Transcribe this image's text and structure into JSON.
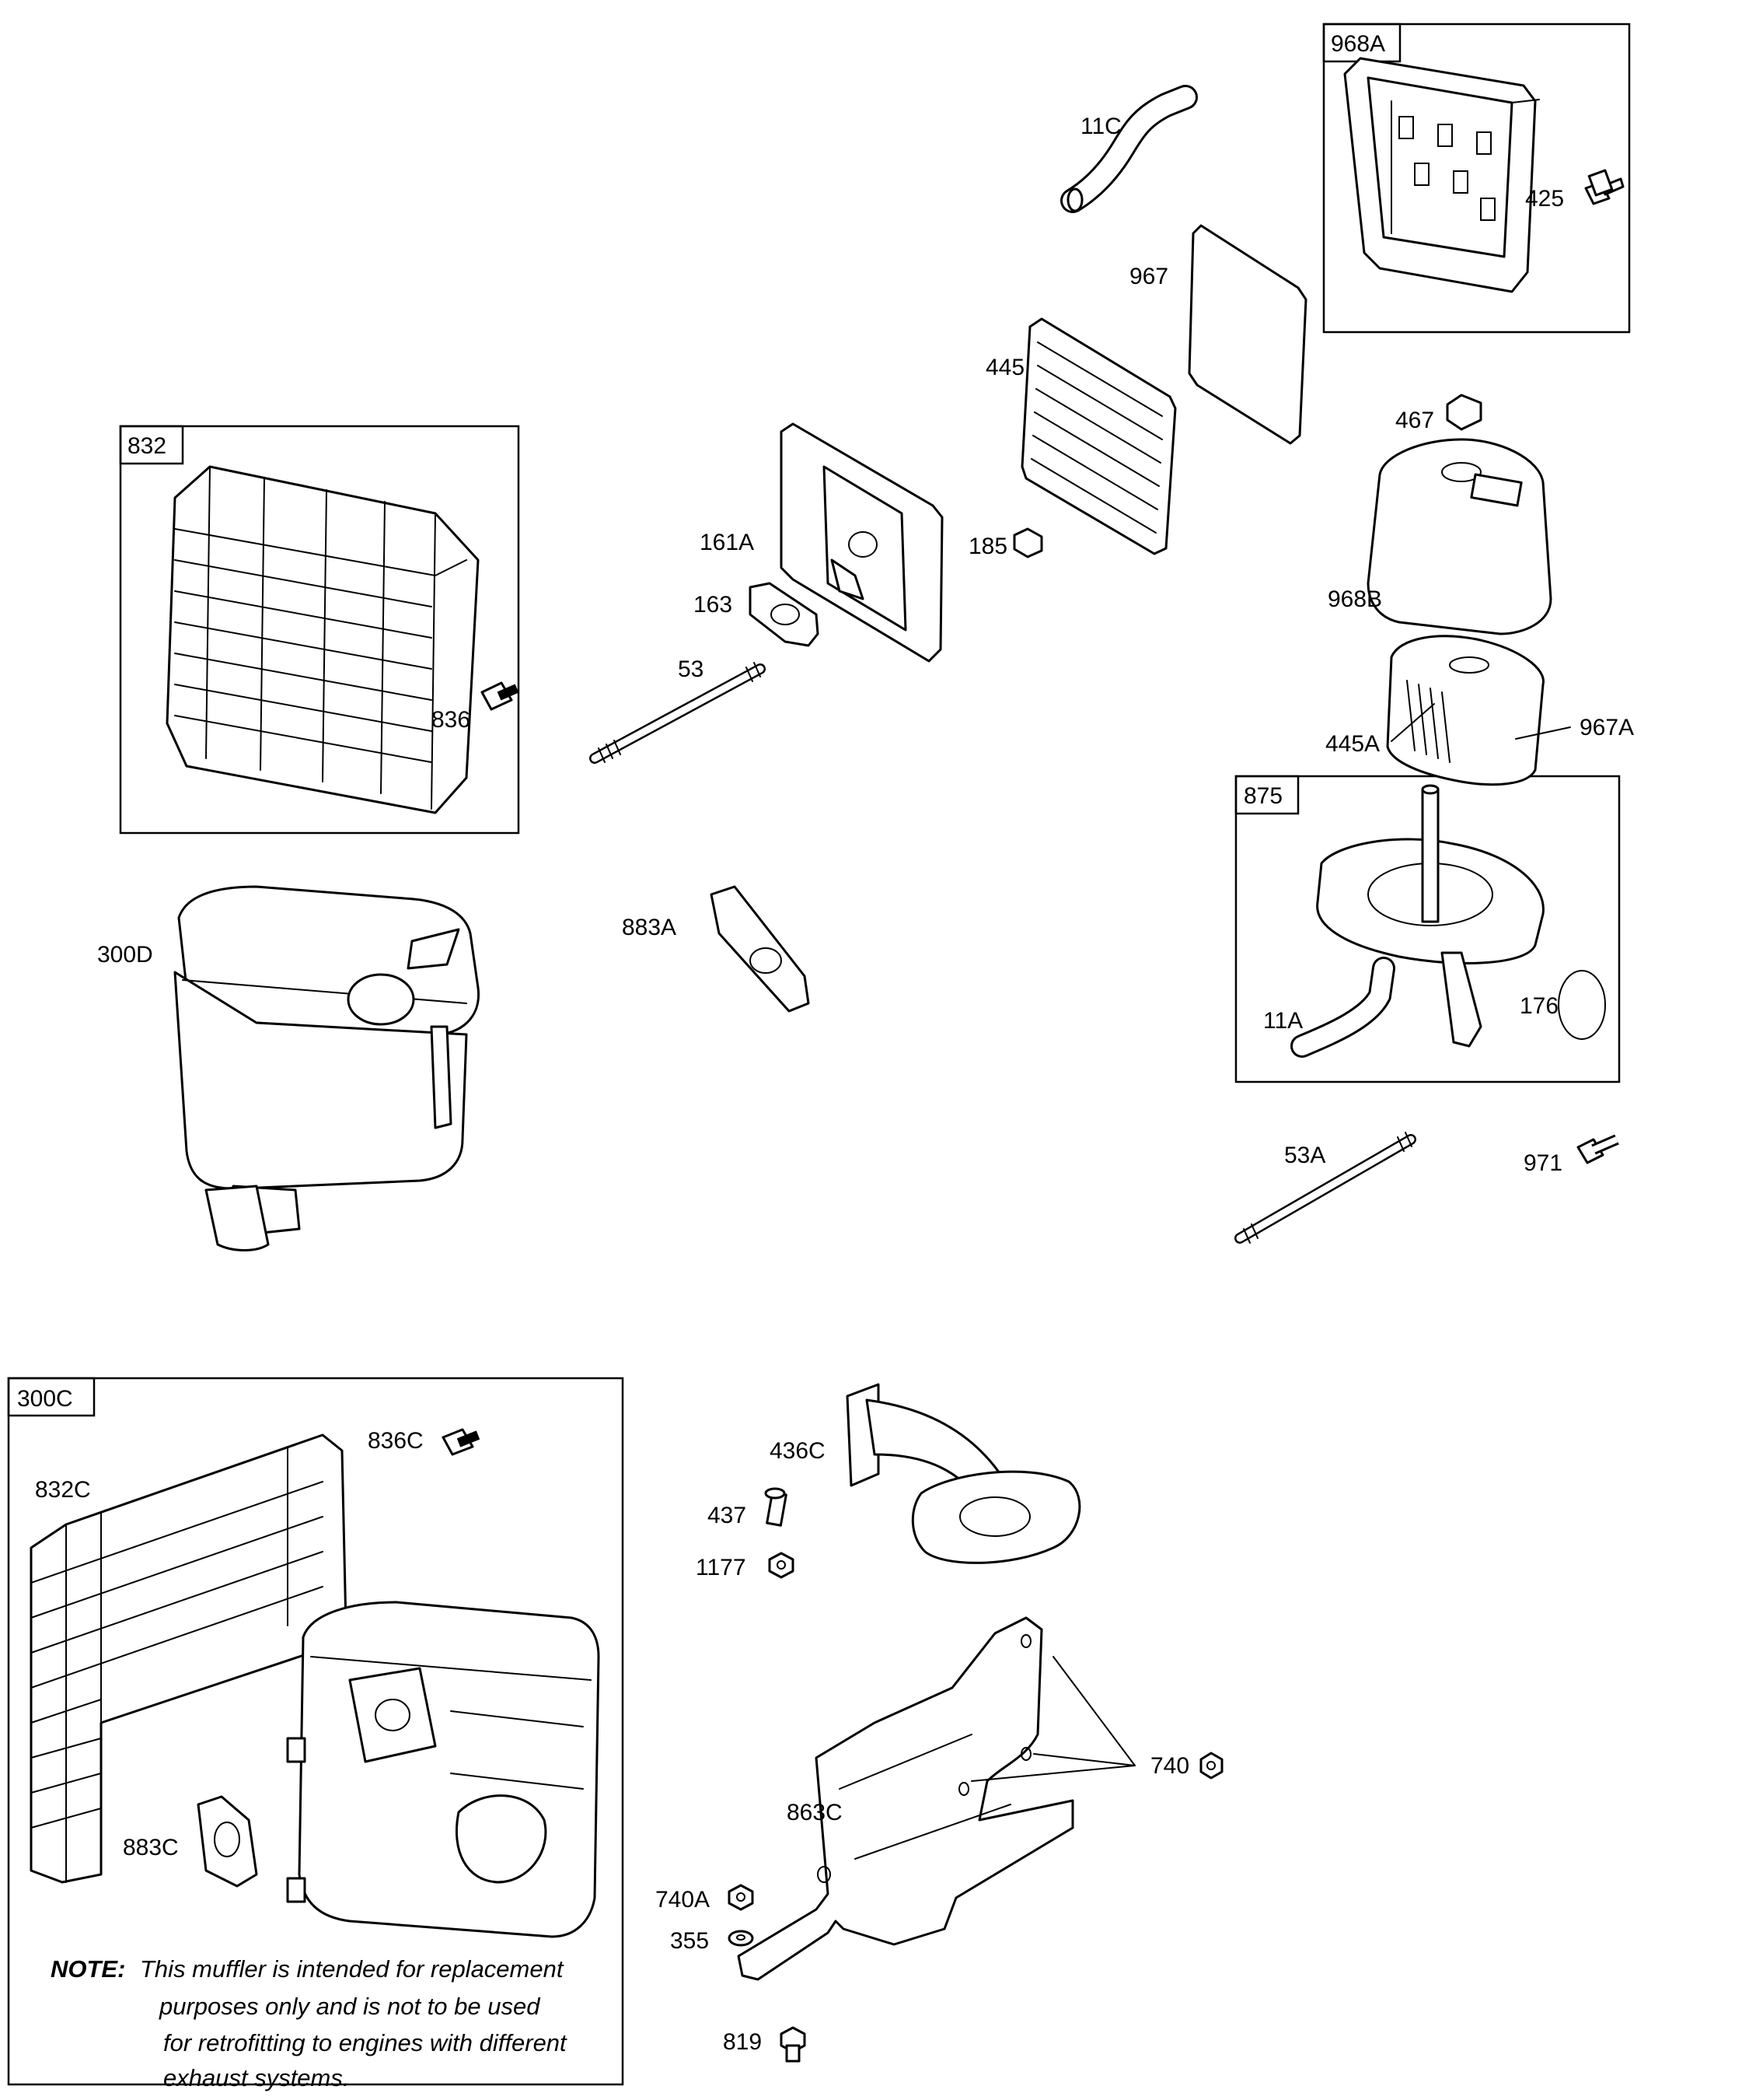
{
  "labels": {
    "p11C": "11C",
    "p968A": "968A",
    "p425": "425",
    "p967": "967",
    "p445": "445",
    "p467": "467",
    "p832": "832",
    "p161A": "161A",
    "p185": "185",
    "p163": "163",
    "p968B": "968B",
    "p53": "53",
    "p836": "836",
    "p445A": "445A",
    "p967A": "967A",
    "p875": "875",
    "p300D": "300D",
    "p883A": "883A",
    "p11A": "11A",
    "p176": "176",
    "p53A": "53A",
    "p971": "971",
    "p300C": "300C",
    "p836C": "836C",
    "p832C": "832C",
    "p436C": "436C",
    "p437": "437",
    "p1177": "1177",
    "p740": "740",
    "p863C": "863C",
    "p883C": "883C",
    "p740A": "740A",
    "p355": "355",
    "p819": "819"
  },
  "note": {
    "heading": "NOTE:",
    "line1": "This muffler is intended for replacement",
    "line2": "purposes only and is not to be used",
    "line3": "for retrofitting to engines with different",
    "line4": "exhaust systems."
  }
}
